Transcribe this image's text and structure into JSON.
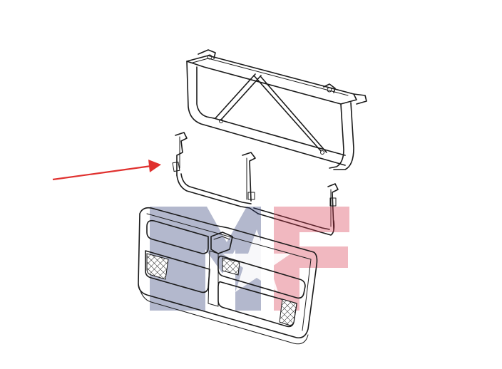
{
  "diagram": {
    "parts": [
      {
        "id": "radiator-support-frame",
        "shape": "tubular frame with diagonal cross braces"
      },
      {
        "id": "grille-mounting-bracket",
        "shape": "wire bracket",
        "highlighted": true
      },
      {
        "id": "front-grille",
        "shape": "grille shell with two openings and mesh inserts"
      }
    ],
    "pointer": {
      "target": "grille-mounting-bracket",
      "color": "#e0312f"
    },
    "watermark": {
      "logo": "mf-star-logo",
      "colors": [
        "#25356f",
        "#d8334a"
      ]
    }
  }
}
